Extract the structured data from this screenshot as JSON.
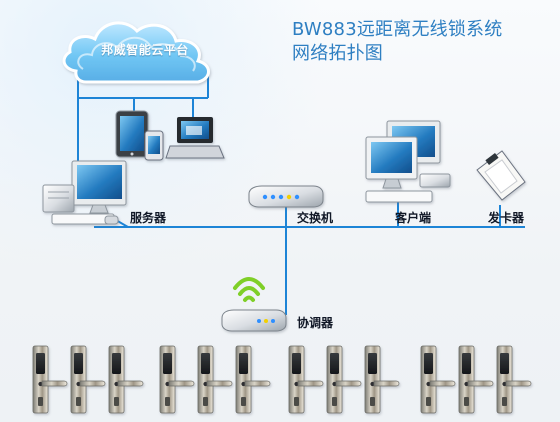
{
  "title": {
    "line1": "BW883远距离无线锁系统",
    "line2": "网络拓扑图"
  },
  "labels": {
    "cloud": "邦威智能云平台",
    "server": "服务器",
    "switch": "交换机",
    "client": "客户端",
    "card_issuer": "发卡器",
    "coordinator": "协调器"
  },
  "colors": {
    "title_text": "#2e7fc2",
    "cloud_blue": "#6cc3f4",
    "network_line": "#1d84d6",
    "indicator_blue": "#2f8fff",
    "indicator_yellow": "#f2d000",
    "signal_green": "#7fcf27"
  },
  "icons": {
    "cloud": "cloud-icon",
    "server": "server-computer-icon",
    "tablet": "tablet-icon",
    "phone": "phone-icon",
    "laptop": "laptop-icon",
    "switch": "network-switch-icon",
    "client": "desktop-computer-icon",
    "card_issuer": "card-reader-icon",
    "coordinator": "wireless-coordinator-icon",
    "door_lock": "door-lock-icon"
  },
  "locks": {
    "groups": [
      3,
      3,
      3,
      3
    ]
  }
}
